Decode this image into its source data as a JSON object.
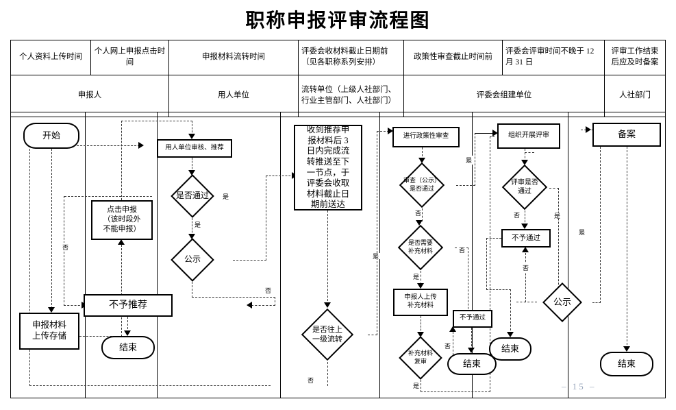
{
  "title": "职称申报评审流程图",
  "header": {
    "time_row": [
      "个人资料上传时间",
      "个人网上申报点击时间",
      "申报材料流转时间",
      "评委会收材料截止日期前（见各职称系列安排）",
      "政策性审查截止时间前",
      "评委会评审时间不晚于 12 月 31 日",
      "评审工作结束后应及时备案"
    ],
    "actor_row": [
      "申报人",
      "用人单位",
      "流转单位（上级人社部门、行业主管部门、人社部门）",
      "评委会组建单位",
      "人社部门"
    ]
  },
  "lanes": {
    "applicant": {
      "start": "开始",
      "click_apply": "点击申报\n（该时段外\n不能申报）",
      "upload_store": "申报材料\n上传存储"
    },
    "employer": {
      "review": "用人单位审核、推荐",
      "pass_q": "是否通过",
      "publicity": "公示",
      "reject": "不予推荐",
      "end": "结束"
    },
    "transfer": {
      "forward": "收到推荐申报材料后 3 日内完成流转推送至下一节点，于评委会收取材料截止日期前送达",
      "up_level_q": "是否往上一级流转"
    },
    "policy": {
      "review": "进行政策性审查",
      "pass_q": "审查（公示）是否通过",
      "need_more_q": "是否需要补充材料",
      "upload_more": "申报人上传补充材料",
      "recheck_q": "补充材料复审",
      "reject": "不予通过",
      "end": "结束"
    },
    "committee": {
      "organize": "组织开展评审",
      "pass_q": "评审是否通过",
      "reject": "不予通过",
      "publicity": "公示",
      "end": "结束"
    },
    "hrss": {
      "record": "备案",
      "end": "结束"
    }
  },
  "edge_labels": {
    "yes": "是",
    "no": "否"
  },
  "page_number": "– 15 –"
}
